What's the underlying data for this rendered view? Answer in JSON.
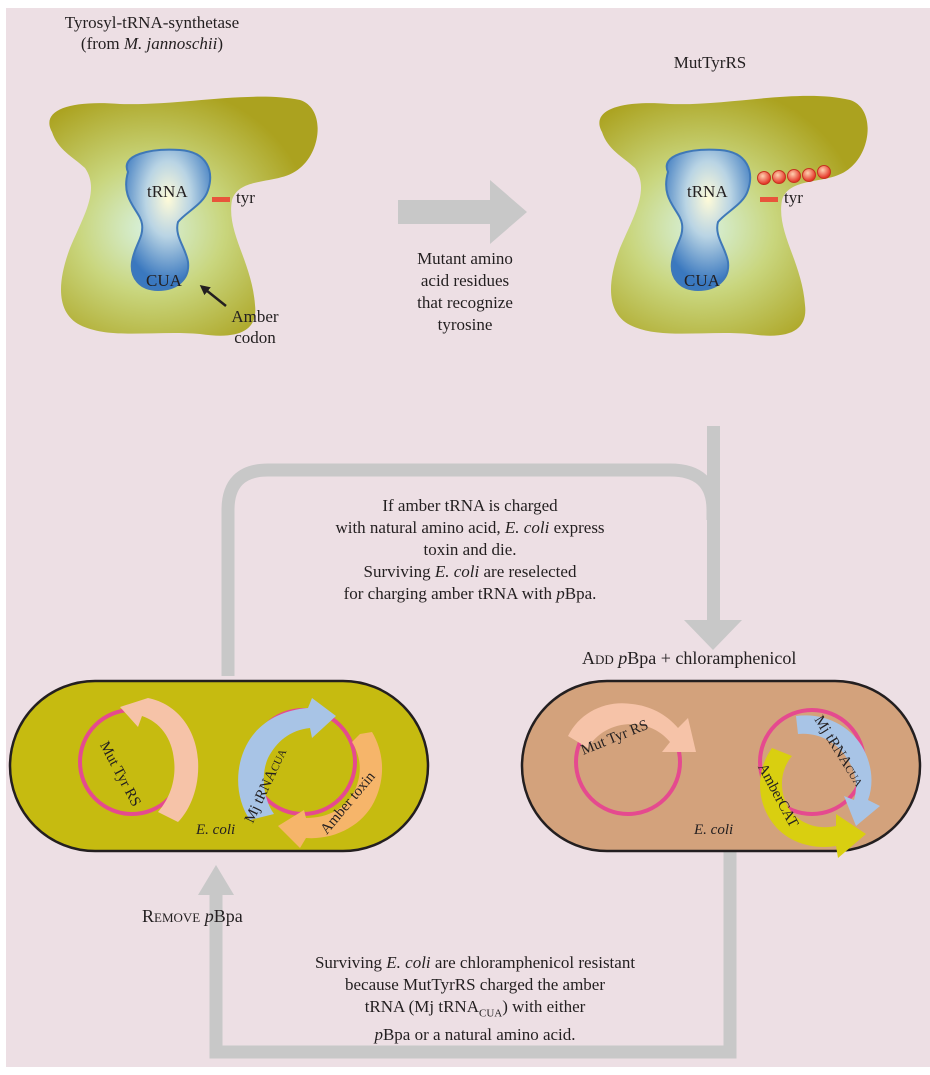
{
  "left_enzyme": {
    "title_line1": "Tyrosyl-tRNA-synthetase",
    "title_from": "(from ",
    "title_species": "M. jannoschii",
    "title_close": ")",
    "trna": "tRNA",
    "tyr": "tyr",
    "anticodon": "CUA",
    "amber_line1": "Amber",
    "amber_line2": "codon"
  },
  "right_enzyme": {
    "title": "MutTyrRS",
    "trna": "tRNA",
    "tyr": "tyr",
    "anticodon": "CUA"
  },
  "arrow_caption": [
    "Mutant amino",
    "acid residues",
    "that recognize",
    "tyrosine"
  ],
  "top_caption": {
    "line1": "If amber tRNA is charged",
    "line2_a": "with natural amino acid, ",
    "line2_italic": "E. coli",
    "line2_b": " express",
    "line3": "toxin and die.",
    "line4_a": "Surviving ",
    "line4_italic": "E. coli",
    "line4_b": " are reselected",
    "line5_a": "for charging amber tRNA with ",
    "line5_italic": "p",
    "line5_b": "Bpa."
  },
  "add_label": {
    "word": "Add",
    "italic": "p",
    "rest": "Bpa + chloramphenicol"
  },
  "remove_label": {
    "word": "Remove",
    "italic": "p",
    "rest": "Bpa"
  },
  "left_cell": {
    "gene1": "Mut Tyr RS",
    "gene2": "Mj tRNA",
    "gene2_sub": "CUA",
    "gene3": "Amber toxin",
    "organism": "E. coli"
  },
  "right_cell": {
    "gene1": "Mut Tyr RS",
    "gene2": "Mj tRNA",
    "gene2_sub": "CUA",
    "gene3": "AmberCAT",
    "organism": "E. coli"
  },
  "bottom_caption": {
    "line1_a": "Surviving ",
    "line1_italic": "E. coli",
    "line1_b": " are chloramphenicol resistant",
    "line2": "because MutTyrRS charged the amber",
    "line3_a": "tRNA (Mj tRNA",
    "line3_sub": "CUA",
    "line3_b": ") with either",
    "line4_italic": "p",
    "line4_b": "Bpa or a natural amino acid."
  },
  "colors": {
    "background": "#eddfe4",
    "enzyme": "#b3ab2a",
    "trna": "#3d7fc4",
    "tyr_bar": "#e8553b",
    "grey_arrow": "#c8c8c8",
    "left_cell": "#c6bb10",
    "right_cell": "#d3a27c",
    "plasmid": "#e54a8f",
    "mut_tyr_rs": "#f6c3a8",
    "mj_trna": "#a8c4e6",
    "amber_toxin": "#f6b56a",
    "amber_cat": "#d9cf10"
  }
}
